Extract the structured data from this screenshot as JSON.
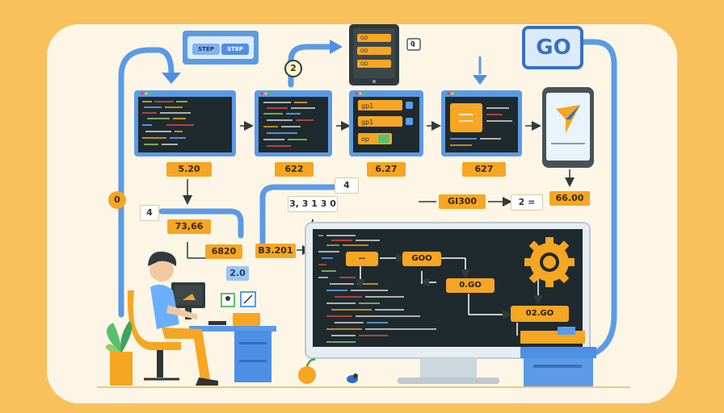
{
  "go_badge": "GO",
  "step_toggle": [
    "STEP",
    "STEP"
  ],
  "circle_numbers": {
    "two": "2",
    "zero": "0",
    "info": "0"
  },
  "terminal_labels": [
    "5.20",
    "622",
    "6.27",
    "627"
  ],
  "phone_label": "66.00",
  "flow_labels": {
    "four_box": "4",
    "four_left": "4",
    "mid_value": "3, 3 1 3 0 ,",
    "right_value": "GI300",
    "two_box": "2 =",
    "seventy": "73,66",
    "six_eight": "6820",
    "two_zero": "2.0",
    "b_value": "B3.201"
  },
  "mini_panel_buttons": [
    "gp1",
    "gp1",
    "op"
  ],
  "top_phone_items": [
    "GD",
    "OD",
    "OD"
  ],
  "monitor_nodes": {
    "node_a": "--",
    "node_b": "GOO",
    "node_c": "0.GO",
    "node_d": "02.GO"
  },
  "colors": {
    "background": "#f8c15c",
    "accent_blue": "#5b9be6",
    "accent_orange": "#f6a623",
    "screen": "#1f2a2e"
  }
}
